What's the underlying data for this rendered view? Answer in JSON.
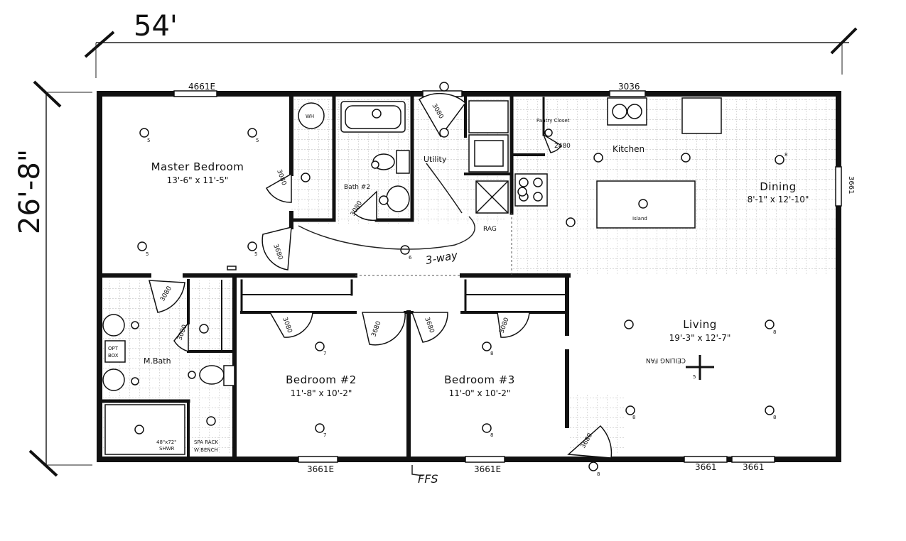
{
  "dimensions": {
    "width_label": "54'",
    "depth_label": "26'-8\""
  },
  "rooms": {
    "master_bedroom": {
      "name": "Master Bedroom",
      "size": "13'-6\" x 11'-5\""
    },
    "bath2": {
      "name": "Bath #2"
    },
    "utility": {
      "name": "Utility"
    },
    "kitchen": {
      "name": "Kitchen"
    },
    "pantry": {
      "name": "Pantry Closet"
    },
    "island": {
      "name": "Island"
    },
    "dining": {
      "name": "Dining",
      "size": "8'-1\" x 12'-10\""
    },
    "living": {
      "name": "Living",
      "size": "19'-3\" x 12'-7\""
    },
    "bedroom2": {
      "name": "Bedroom #2",
      "size": "11'-8\" x 10'-2\""
    },
    "bedroom3": {
      "name": "Bedroom #3",
      "size": "11'-0\" x 10'-2\""
    },
    "master_bath": {
      "name": "M.Bath"
    }
  },
  "fixtures": {
    "wh": "WH",
    "opt_box": [
      "OPT",
      "BOX"
    ],
    "shower": [
      "48\"x72\"",
      "SHWR"
    ],
    "spa_rack": [
      "SPA RACK",
      "W BENCH"
    ],
    "ceiling_fan": "CEILING FAN",
    "rag": "RAG"
  },
  "windows": {
    "master_top": "4661E",
    "kitchen_top": "3036",
    "dining_side": "3661",
    "bedroom2_bottom": "3661E",
    "bedroom3_bottom": "3661E",
    "living_bottom_1": "3661",
    "living_bottom_2": "3661"
  },
  "doors": {
    "master_closet": "3080",
    "master_entry": "3680",
    "bath2": "3080",
    "utility": "3080",
    "pantry": "2480",
    "mbath_entry": "3080",
    "mbath_closet": "3080",
    "bedroom2_closet": "3080",
    "bedroom2_entry": "3680",
    "bedroom3_entry": "3680",
    "bedroom3_closet": "3080",
    "front_entry": "3680"
  },
  "fixture_marks": {
    "five": "5",
    "six": "6",
    "seven": "7",
    "eight": "8"
  },
  "annotations": {
    "three_way": "3-way",
    "ffs": "FFS"
  },
  "colors": {
    "wall": "#111111",
    "grid": "#9a9a9a",
    "depth_label": "#2a6fdb",
    "background": "#ffffff"
  }
}
